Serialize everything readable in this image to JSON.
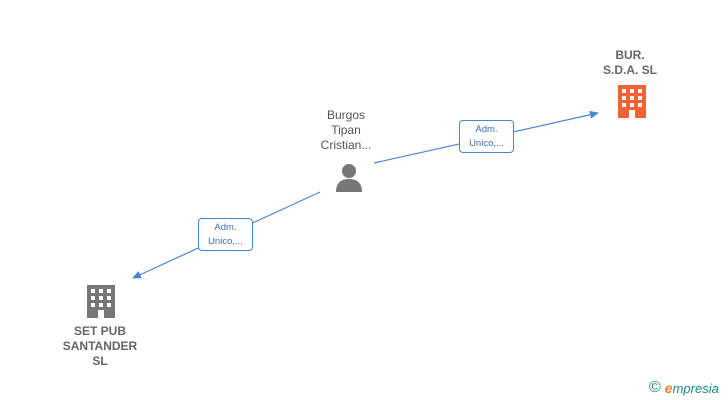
{
  "nodes": {
    "company_top": {
      "line1": "BUR.",
      "line2": "S.D.A.  SL",
      "icon": "building-icon",
      "color": "#f26234"
    },
    "person": {
      "line1": "Burgos",
      "line2": "Tipan",
      "line3": "Cristian...",
      "icon": "person-icon",
      "color": "#777777"
    },
    "company_bottom": {
      "line1": "SET PUB",
      "line2": "SANTANDER",
      "line3": "SL",
      "icon": "building-icon",
      "color": "#777777"
    }
  },
  "edges": {
    "to_top": {
      "line1": "Adm.",
      "line2": "Unico,..."
    },
    "to_bottom": {
      "line1": "Adm.",
      "line2": "Unico,..."
    }
  },
  "brand": {
    "copyright": "©",
    "initial": "e",
    "rest": "mpresia"
  },
  "colors": {
    "edge": "#4a86d0",
    "accent": "#f26234"
  }
}
